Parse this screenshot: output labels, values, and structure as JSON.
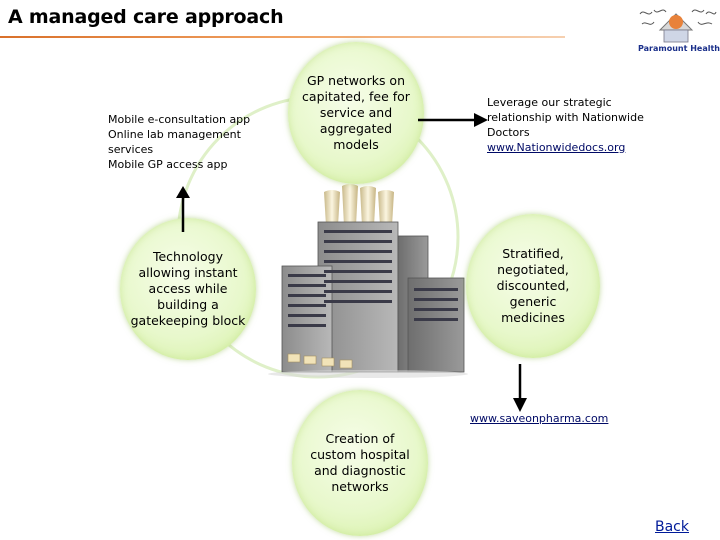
{
  "slide": {
    "title": "A managed care approach",
    "back_link": "Back"
  },
  "logo": {
    "text": "Paramount Health",
    "icon": "sun-house-logo-icon"
  },
  "left_text": {
    "lines": [
      "Mobile  e-consultation app",
      "Online lab management",
      "services",
      "Mobile GP access app"
    ]
  },
  "circles": {
    "top": "GP networks on capitated, fee for service and aggregated models",
    "left": "Technology allowing instant access while building a gatekeeping block",
    "right": "Stratified, negotiated, discounted, generic medicines",
    "bottom": "Creation of custom hospital and diagnostic networks"
  },
  "right_text": {
    "lines": [
      "Leverage our strategic",
      "relationship with Nationwide",
      "Doctors"
    ],
    "link": "www.Nationwidedocs.org"
  },
  "bottom_link": "www.saveonpharma.com",
  "colors": {
    "title_rule": "#f0a060",
    "circle_fill": "#e8f8cc",
    "ring": "#d8eec0",
    "link": "#000a66"
  }
}
